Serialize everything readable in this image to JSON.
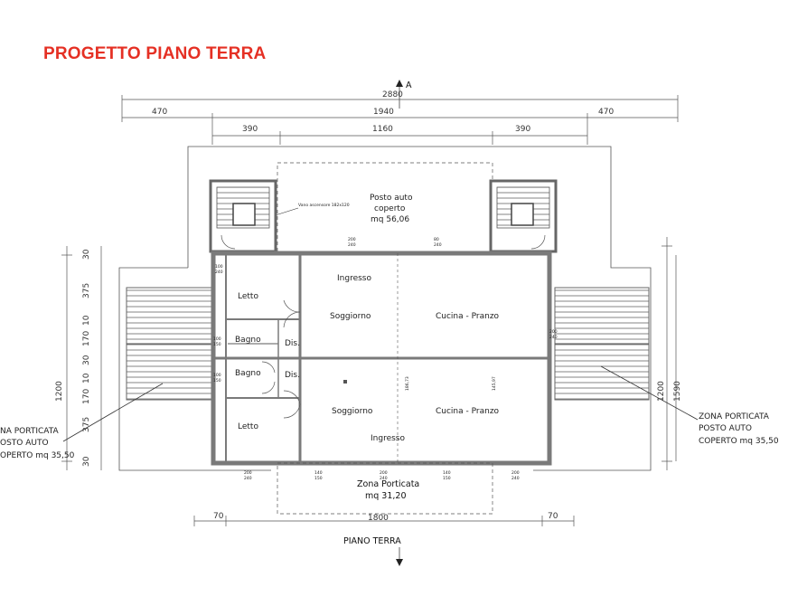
{
  "title": "PROGETTO PIANO TERRA",
  "colors": {
    "title": "#e53024",
    "wall": "#7a7a7a",
    "line": "#444444"
  },
  "section_marker": "A",
  "dimensions": {
    "total_width": "2880",
    "center_width": "1940",
    "left_outer": "470",
    "right_outer": "470",
    "left_inner": "390",
    "mid_inner": "1160",
    "right_inner": "390",
    "bottom_total": "1800",
    "bottom_left": "70",
    "bottom_right": "70",
    "left_vertical": [
      "30",
      "375",
      "10",
      "170",
      "30",
      "10",
      "170",
      "375",
      "30"
    ],
    "left_height": "1200",
    "right_height": "1200",
    "right_total": "1590"
  },
  "rooms": {
    "posto_auto": [
      "Posto auto",
      "coperto",
      "mq 56,06"
    ],
    "vano_ascensore": "Vano ascensore 182x120",
    "letto_top": "Letto",
    "letto_bottom": "Letto",
    "bagno_top": "Bagno",
    "bagno_bottom": "Bagno",
    "dis_top": "Dis.",
    "dis_bottom": "Dis.",
    "ingresso_top": "Ingresso",
    "ingresso_bottom": "Ingresso",
    "soggiorno_top": "Soggiorno",
    "soggiorno_bottom": "Soggiorno",
    "cucina_top": "Cucina - Pranzo",
    "cucina_bottom": "Cucina - Pranzo",
    "zona_porticata_front": [
      "Zona Porticata",
      "mq 31,20"
    ],
    "zona_left": [
      "NA PORTICATA",
      "OSTO AUTO",
      "OPERTO mq 35,50"
    ],
    "zona_right": [
      "ZONA PORTICATA",
      "POSTO AUTO",
      "COPERTO mq 35,50"
    ],
    "wall_height_left": "186,73",
    "wall_height_right": "145,97",
    "piano_terra": "PIANO TERRA"
  },
  "openings": {
    "o1": [
      "100",
      "240"
    ],
    "o2": [
      "200",
      "240"
    ],
    "o3": [
      "80",
      "240"
    ],
    "o4": [
      "100",
      "150"
    ],
    "o5": [
      "200",
      "240"
    ],
    "o6": [
      "100",
      "150"
    ],
    "o7": [
      "200",
      "240"
    ],
    "o8": [
      "140",
      "150"
    ],
    "o9": [
      "200",
      "240"
    ],
    "o10": [
      "140",
      "150"
    ],
    "o11": [
      "200",
      "240"
    ]
  }
}
